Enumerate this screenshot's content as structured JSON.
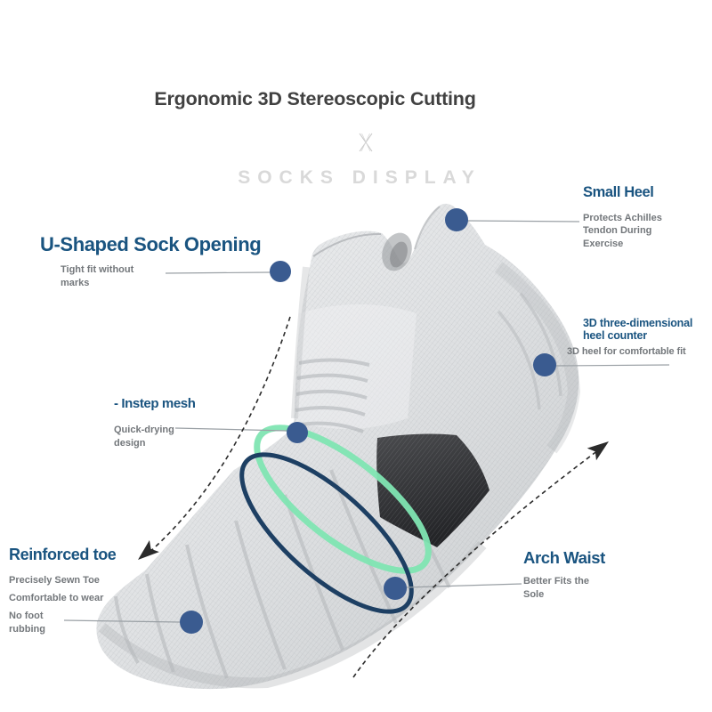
{
  "header": {
    "title": "Ergonomic 3D Stereoscopic Cutting",
    "divider_icon": "x-divider-icon",
    "subtitle": "SOCKS DISPLAY"
  },
  "features": {
    "small_heel": {
      "heading": "Small Heel",
      "description": "Protects Achilles Tendon During Exercise"
    },
    "u_shaped_opening": {
      "heading": "U-Shaped Sock Opening",
      "description": "Tight fit without marks"
    },
    "heel_counter": {
      "heading": "3D three-dimensional heel counter",
      "description": "3D heel for comfortable fit"
    },
    "instep_mesh": {
      "heading": "- Instep mesh",
      "description": "Quick-drying design"
    },
    "reinforced_toe": {
      "heading": "Reinforced toe",
      "points": [
        "Precisely Sewn Toe",
        "Comfortable to wear",
        "No foot rubbing"
      ]
    },
    "arch_waist": {
      "heading": "Arch Waist",
      "description": "Better Fits the Sole"
    }
  },
  "colors": {
    "heading_blue": "#1a5480",
    "subtext_gray": "#73777b",
    "title_gray": "#414141",
    "subtitle_gray": "#d9d9d9",
    "marker_blue": "#3a5b90",
    "ellipse_green": "#7fe5b2",
    "ellipse_navy": "#1d3f63",
    "line_gray": "#9aa0a5",
    "arrow_black": "#2b2b2b",
    "sock_light": "#f0f1f2",
    "sock_dark": "#c9ccce",
    "patch_dark": "#232427"
  }
}
